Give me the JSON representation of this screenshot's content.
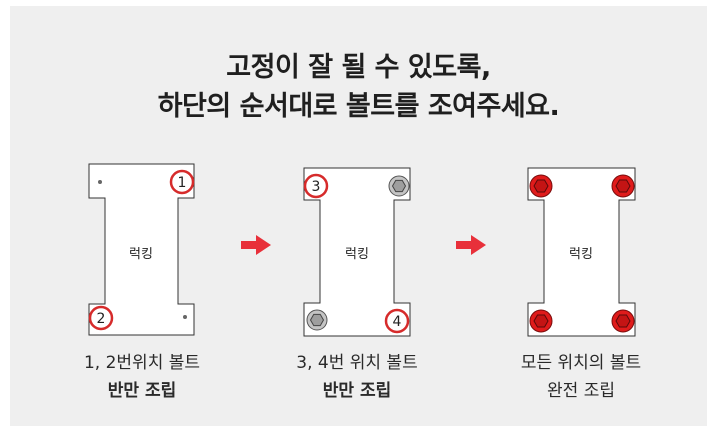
{
  "title": {
    "line1": "고정이 잘 될 수 있도록,",
    "line2": "하단의 순서대로 볼트를 조여주세요."
  },
  "steps": [
    {
      "plate_label": "럭킹",
      "badges": [
        "1",
        "2"
      ],
      "caption_line1": "1, 2번위치 볼트",
      "caption_line2": "반만 조립"
    },
    {
      "plate_label": "럭킹",
      "badges": [
        "3",
        "4"
      ],
      "caption_line1": "3, 4번 위치 볼트",
      "caption_line2": "반만 조립"
    },
    {
      "plate_label": "럭킹",
      "badges": [],
      "caption_line1": "모든 위치의 볼트",
      "caption_line2": "완전 조립"
    }
  ],
  "colors": {
    "background": "#efefef",
    "arrow": "#e8303a",
    "badge_ring": "#d62b2b",
    "bolt_red": "#e01b1b",
    "bolt_gray": "#b9b9b9"
  },
  "icons": [
    "right-arrow-icon",
    "hex-bolt-icon"
  ]
}
